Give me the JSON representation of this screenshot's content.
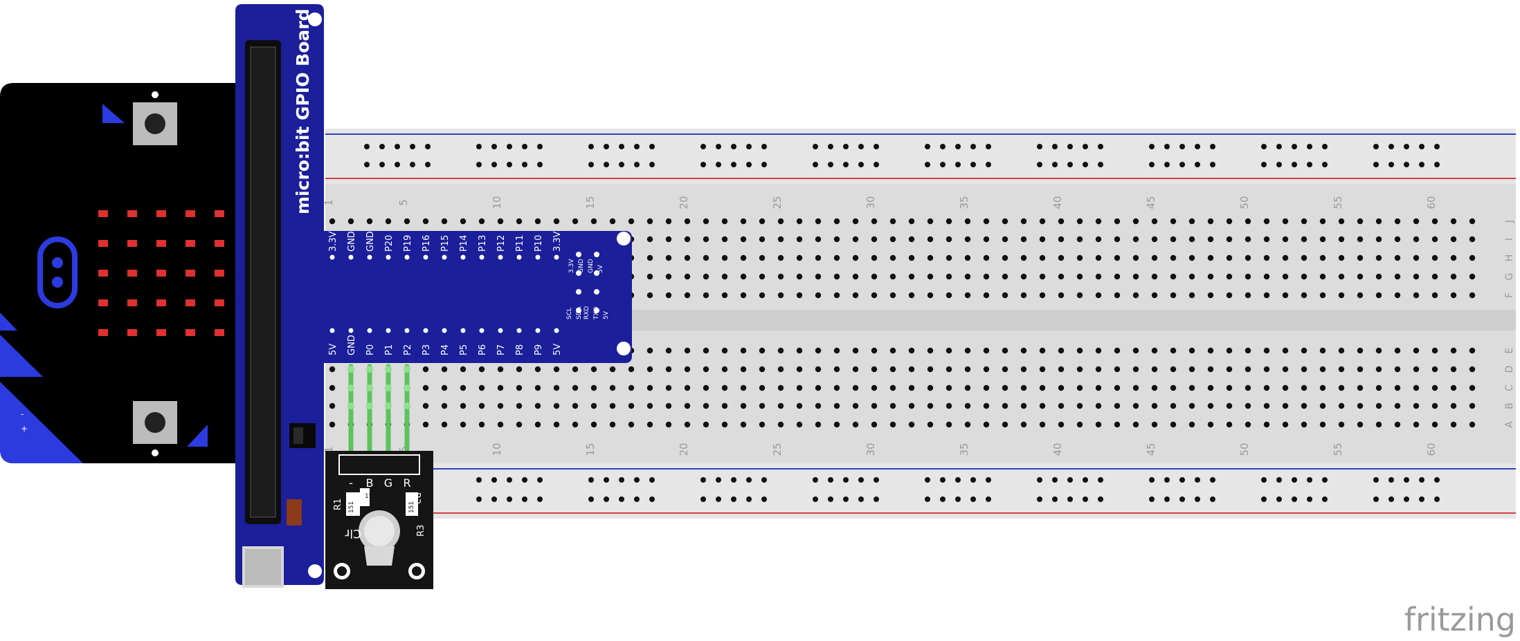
{
  "gpio_board": {
    "title": "micro:bit GPIO Board",
    "top_pins": [
      "3.3V",
      "GND",
      "GND",
      "P20",
      "P19",
      "P16",
      "P15",
      "P14",
      "P13",
      "P12",
      "P11",
      "P10",
      "3.3V"
    ],
    "bottom_pins": [
      "5V",
      "GND",
      "P0",
      "P1",
      "P2",
      "P3",
      "P4",
      "P5",
      "P6",
      "P7",
      "P8",
      "P9",
      "5V"
    ],
    "side_top": [
      "3.3V",
      "GND",
      "GND",
      "5V"
    ],
    "side_bottom": [
      "RXD",
      "TXD",
      "5V"
    ],
    "side_extra": [
      "SCL",
      "SDA"
    ]
  },
  "breadboard": {
    "column_numbers": [
      "1",
      "5",
      "10",
      "15",
      "20",
      "25",
      "30",
      "35",
      "40",
      "45",
      "50",
      "55",
      "60"
    ],
    "top_row_letters": [
      "J",
      "I",
      "H",
      "G",
      "F"
    ],
    "bottom_row_letters": [
      "E",
      "D",
      "C",
      "B",
      "A"
    ]
  },
  "rgb_module": {
    "pin_labels": [
      "-",
      "B",
      "G",
      "R"
    ],
    "resistor_labels": [
      "R1",
      "R2",
      "R3"
    ],
    "resistor_values": [
      "151",
      "151",
      "151"
    ],
    "led_label": "Clr"
  },
  "microbit": {
    "edge_labels": [
      "-",
      "+"
    ]
  },
  "colors": {
    "board_blue": "#1a1a8e",
    "gpio_blue": "#1b1f9a",
    "breadboard": "#e2e2e2",
    "rail_red": "#d04040",
    "rail_blue": "#3040c0",
    "wire_green": "#5cc45c",
    "led_red": "#e03030"
  },
  "watermark": "fritzing"
}
